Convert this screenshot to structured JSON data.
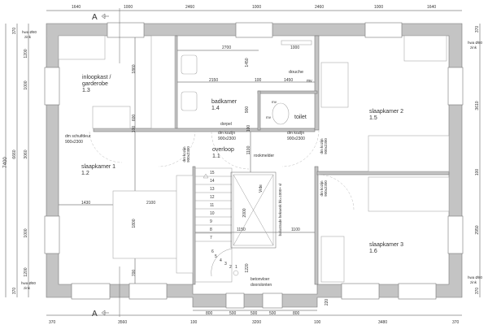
{
  "section_marker": "A",
  "rooms": [
    {
      "name": "inloopkast /",
      "name2": "garderobe",
      "number": "1.3"
    },
    {
      "name": "badkamer",
      "number": "1.4"
    },
    {
      "name": "slaapkamer 2",
      "number": "1.5"
    },
    {
      "name": "slaapkamer 1",
      "number": "1.2"
    },
    {
      "name": "overloop",
      "number": "1.1"
    },
    {
      "name": "slaapkamer 3",
      "number": "1.6"
    }
  ],
  "labels": [
    "douche",
    "toilet",
    "dorpel",
    "rookmelder",
    "betonvloer",
    "doorslonten",
    "mv",
    "mv",
    "mv",
    "Vide",
    "balustrade hekwerk bk=1000+ vl"
  ],
  "door_notes": [
    {
      "line1": "dm schuifdeur",
      "line2": "900x2300"
    },
    {
      "line1": "dm kozijn",
      "line2": "900x2300"
    },
    {
      "line1": "dm kozijn",
      "line2": "900x2300"
    },
    {
      "line1": "dm kozijn",
      "line2": "900x2300"
    },
    {
      "line1": "dm kozijn",
      "line2": "900x2300"
    },
    {
      "line1": "dm kozijn",
      "line2": "900x2300"
    }
  ],
  "downpipes": [
    {
      "line1": "hwa Ø80",
      "line2": "zink"
    },
    {
      "line1": "hwa Ø80",
      "line2": "zink"
    },
    {
      "line1": "hwa Ø80",
      "line2": "zink"
    },
    {
      "line1": "hwa Ø80",
      "line2": "zink"
    }
  ],
  "dims_top": [
    "1640",
    "1000",
    "2460",
    "1000",
    "2460",
    "1000",
    "1640"
  ],
  "dims_bottom": [
    "370",
    "3560",
    "100",
    "3200",
    "100",
    "3480",
    "370"
  ],
  "dims_bottom_sub": [
    "800",
    "500",
    "500",
    "500",
    "800"
  ],
  "dims_left_outer": [
    "7400"
  ],
  "dims_left_mid": [
    "370",
    "6660",
    "370"
  ],
  "dims_left_inner": [
    "1200",
    "1000",
    "3060",
    "1000",
    "1200"
  ],
  "dims_right": [
    "370",
    "3610",
    "100",
    "2950",
    "370"
  ],
  "dims_interior": [
    "2700",
    "2150",
    "1000",
    "1450",
    "100",
    "1450",
    "1860",
    "600",
    "100",
    "1430",
    "2100",
    "1800",
    "700",
    "1150",
    "1100",
    "1220",
    "2000",
    "1100",
    "100",
    "900",
    "220"
  ],
  "stair_steps": [
    "1",
    "2",
    "3",
    "4",
    "5",
    "6",
    "7",
    "8",
    "9",
    "10",
    "11",
    "12",
    "13",
    "14",
    "15"
  ]
}
